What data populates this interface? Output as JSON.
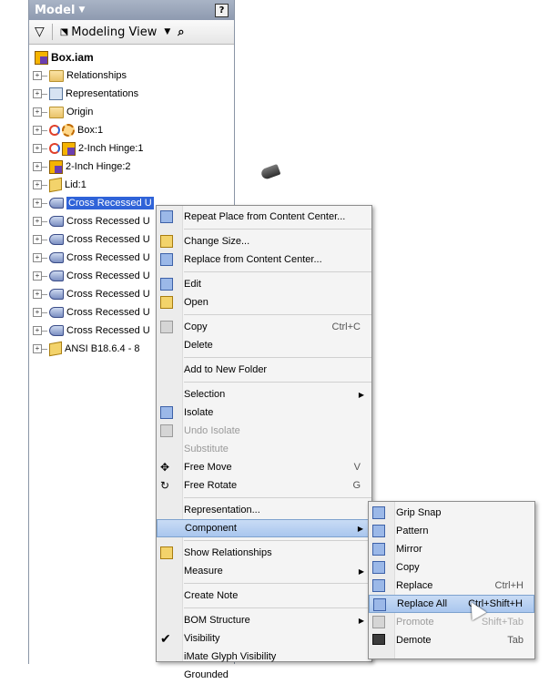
{
  "panel": {
    "title": "Model",
    "help": "?",
    "toolbar_view": "Modeling View"
  },
  "tree": {
    "root": "Box.iam",
    "items": [
      {
        "label": "Relationships",
        "icon": "folder"
      },
      {
        "label": "Representations",
        "icon": "rep"
      },
      {
        "label": "Origin",
        "icon": "folder"
      },
      {
        "label": "Box:1",
        "icon": "gear"
      },
      {
        "label": "2-Inch Hinge:1",
        "icon": "asm"
      },
      {
        "label": "2-Inch Hinge:2",
        "icon": "asm"
      },
      {
        "label": "Lid:1",
        "icon": "part"
      },
      {
        "label": "Cross Recessed U",
        "icon": "screw"
      },
      {
        "label": "Cross Recessed U",
        "icon": "screw"
      },
      {
        "label": "Cross Recessed U",
        "icon": "screw"
      },
      {
        "label": "Cross Recessed U",
        "icon": "screw"
      },
      {
        "label": "Cross Recessed U",
        "icon": "screw"
      },
      {
        "label": "Cross Recessed U",
        "icon": "screw"
      },
      {
        "label": "Cross Recessed U",
        "icon": "screw"
      },
      {
        "label": "Cross Recessed U",
        "icon": "screw"
      },
      {
        "label": "ANSI B18.6.4 - 8",
        "icon": "part"
      }
    ]
  },
  "context_menu": {
    "items": [
      {
        "label": "Repeat Place from Content Center...",
        "icon": "content-center-icon"
      },
      {
        "label": "Change Size...",
        "icon": "change-size-icon"
      },
      {
        "label": "Replace from Content Center...",
        "icon": "replace-cc-icon"
      },
      {
        "label": "Edit",
        "icon": "edit-icon"
      },
      {
        "label": "Open",
        "icon": "open-icon"
      },
      {
        "label": "Copy",
        "shortcut": "Ctrl+C",
        "icon": "copy-icon"
      },
      {
        "label": "Delete"
      },
      {
        "label": "Add to New Folder"
      },
      {
        "label": "Selection"
      },
      {
        "label": "Isolate",
        "icon": "isolate-icon"
      },
      {
        "label": "Undo Isolate",
        "icon": "undo-isolate-icon"
      },
      {
        "label": "Substitute"
      },
      {
        "label": "Free Move",
        "shortcut": "V",
        "icon": "free-move-icon"
      },
      {
        "label": "Free Rotate",
        "shortcut": "G",
        "icon": "free-rotate-icon"
      },
      {
        "label": "Representation..."
      },
      {
        "label": "Component"
      },
      {
        "label": "Show Relationships",
        "icon": "relationships-icon"
      },
      {
        "label": "Measure"
      },
      {
        "label": "Create Note"
      },
      {
        "label": "BOM Structure"
      },
      {
        "label": "Visibility",
        "icon": "check-icon"
      },
      {
        "label": "iMate Glyph Visibility"
      },
      {
        "label": "Grounded"
      }
    ]
  },
  "submenu": {
    "items": [
      {
        "label": "Grip Snap"
      },
      {
        "label": "Pattern"
      },
      {
        "label": "Mirror"
      },
      {
        "label": "Copy"
      },
      {
        "label": "Replace",
        "shortcut": "Ctrl+H"
      },
      {
        "label": "Replace All",
        "shortcut": "Ctrl+Shift+H"
      },
      {
        "label": "Promote",
        "shortcut": "Shift+Tab"
      },
      {
        "label": "Demote",
        "shortcut": "Tab"
      }
    ]
  },
  "colors": {
    "selection": "#2f63d8",
    "menu_highlight": "#b9d1f1",
    "panel_header": "#9aa6ba"
  }
}
